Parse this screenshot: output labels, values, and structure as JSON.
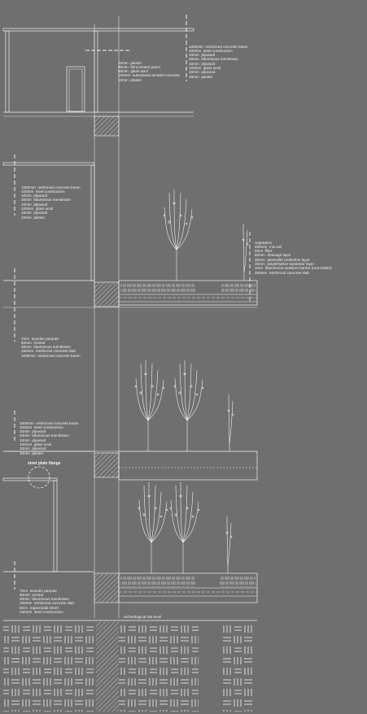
{
  "notes": {
    "archaeological_site_level": "archeological site level",
    "steel_plate_flange": "steel plate flange"
  },
  "labels": {
    "top_right": [
      "1000mm  reinforced concrete beam",
      "100mm  steel construction",
      "10mm  plywood",
      "20mm  bituminous membrane",
      "10mm  plywood",
      "100mm  glass wool",
      "10mm  plywood",
      "10mm  plaster"
    ],
    "top_center": [
      "10mm  plaster",
      "80mm  fibrocement panel",
      "50mm  glass wool",
      "100mm  autoclaved aerated concrete",
      "10mm  plaster"
    ],
    "left_wall_upper": [
      "1000mm  reinforced concrete beam",
      "100mm  steel construction",
      "10mm  plywood",
      "20mm  bituminous membrane",
      "10mm  plywood",
      "100mm  glass wool",
      "10mm  plywood",
      "10mm  plaster"
    ],
    "green_roof": [
      "vegetation",
      "400mm  mix soil",
      "5mm  filter",
      "50mm  drainage layer",
      "30mm  geotextile protection layer",
      "20mm  polyethylene separator layer",
      "1mm  bituminous moisture barrier (root holder)",
      "200mm  reinforced concrete slab"
    ],
    "floor_upper": [
      "7mm  wooden parquet",
      "50mm  screed",
      "20mm  bituminous membrane",
      "150mm  reinforced concrete slab",
      "1000mm  reinforced concrete beam"
    ],
    "left_wall_lower": [
      "1000mm  reinforced concrete beam",
      "100mm  steel construction",
      "10mm  plywood",
      "20mm  bituminous membrane",
      "10mm  plywood",
      "100mm  glass wool",
      "10mm  plywood",
      "10mm  plaster"
    ],
    "floor_lower": [
      "7mm  wooden parquet",
      "60mm  screed",
      "20mm  bituminous membrane",
      "150mm  reinforced concrete slab",
      "5mm  trapezoidal sheet",
      "150mm  steel construction"
    ]
  }
}
